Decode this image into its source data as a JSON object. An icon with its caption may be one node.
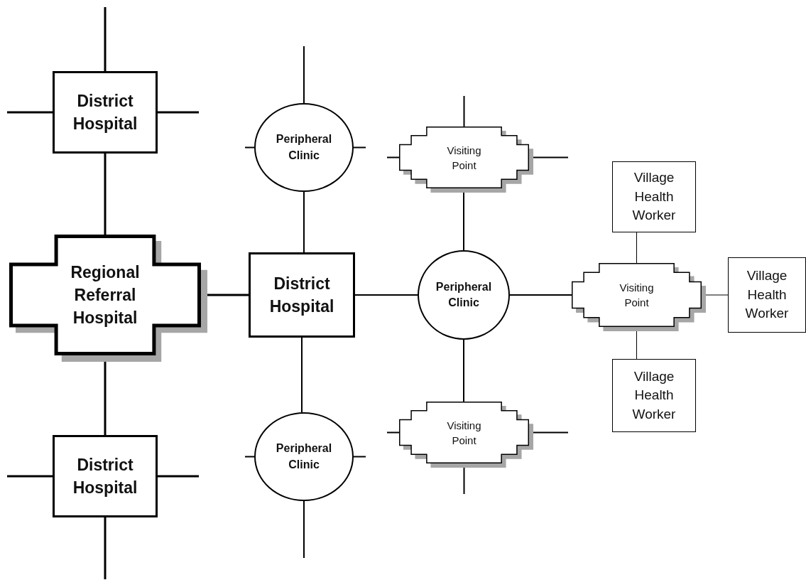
{
  "diagram": {
    "nodes": [
      {
        "text": [
          "District Hospital"
        ]
      },
      {
        "text": [
          "Regional Referral Hospital"
        ]
      },
      {
        "text": [
          "District Hospital"
        ]
      },
      {
        "text": [
          "Peripheral Clinic"
        ]
      },
      {
        "text": [
          "District Hospital"
        ]
      },
      {
        "text": [
          "Peripheral Clinic"
        ]
      },
      {
        "text": [
          "Visiting Point"
        ]
      },
      {
        "text": [
          "Peripheral Clinic"
        ]
      },
      {
        "text": [
          "Visiting Point"
        ]
      },
      {
        "text": [
          "Village Health Worker"
        ]
      },
      {
        "text": [
          "Visiting Point"
        ]
      },
      {
        "text": [
          "Village Health Worker"
        ]
      },
      {
        "text": [
          "Village Health Worker"
        ]
      }
    ],
    "edges": [
      {
        "from": 0,
        "to": 1,
        "arrow": "none"
      },
      {
        "from": 1,
        "to": 2,
        "arrow": "none"
      },
      {
        "from": 1,
        "to": 4,
        "arrow": "none"
      },
      {
        "from": 3,
        "to": 4,
        "arrow": "none"
      },
      {
        "from": 4,
        "to": 5,
        "arrow": "none"
      },
      {
        "from": 4,
        "to": 7,
        "arrow": "none"
      },
      {
        "from": 7,
        "to": 6,
        "arrow": "none"
      },
      {
        "from": 7,
        "to": 8,
        "arrow": "none"
      },
      {
        "from": 7,
        "to": 10,
        "arrow": "none"
      },
      {
        "from": 10,
        "to": 9,
        "arrow": "none"
      },
      {
        "from": 10,
        "to": 11,
        "arrow": "none"
      },
      {
        "from": 10,
        "to": 12,
        "arrow": "none"
      },
      {
        "from": 0,
        "to": null,
        "arrow": "none"
      },
      {
        "from": 0,
        "to": null,
        "arrow": "none"
      },
      {
        "from": 0,
        "to": null,
        "arrow": "none"
      },
      {
        "from": 2,
        "to": null,
        "arrow": "none"
      },
      {
        "from": 2,
        "to": null,
        "arrow": "none"
      },
      {
        "from": 2,
        "to": null,
        "arrow": "none"
      },
      {
        "from": 3,
        "to": null,
        "arrow": "none"
      },
      {
        "from": 3,
        "to": null,
        "arrow": "none"
      },
      {
        "from": 3,
        "to": null,
        "arrow": "none"
      },
      {
        "from": 5,
        "to": null,
        "arrow": "none"
      },
      {
        "from": 5,
        "to": null,
        "arrow": "none"
      },
      {
        "from": 5,
        "to": null,
        "arrow": "none"
      },
      {
        "from": 6,
        "to": null,
        "arrow": "none"
      },
      {
        "from": 6,
        "to": null,
        "arrow": "none"
      },
      {
        "from": 6,
        "to": null,
        "arrow": "none"
      },
      {
        "from": 8,
        "to": null,
        "arrow": "none"
      },
      {
        "from": 8,
        "to": null,
        "arrow": "none"
      },
      {
        "from": 8,
        "to": null,
        "arrow": "none"
      }
    ]
  }
}
